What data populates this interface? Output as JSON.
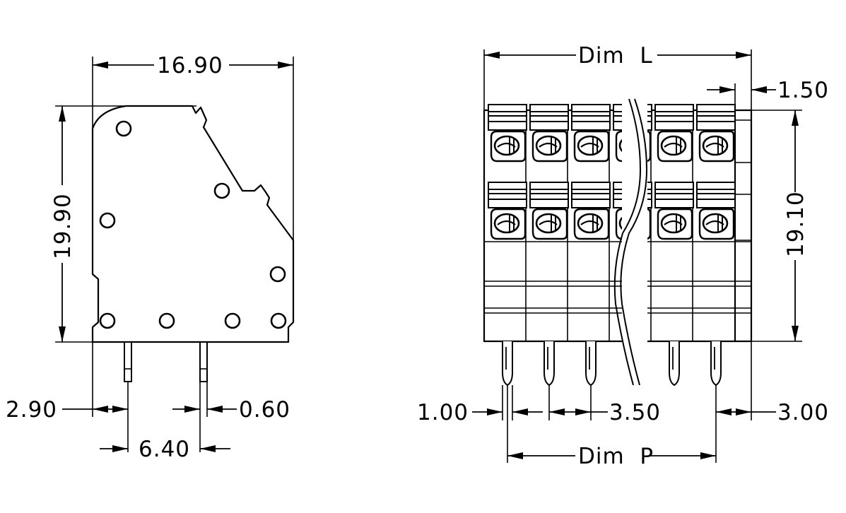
{
  "side_view": {
    "width_dim": "16.90",
    "height_dim": "19.90",
    "pin_offset_dim": "2.90",
    "pin_thickness_dim": "0.60",
    "pin_pitch_dim": "6.40"
  },
  "front_view": {
    "length_dim": "Dim  L",
    "end_offset_dim": "1.50",
    "height_dim": "19.10",
    "pin_width_dim": "1.00",
    "pitch_dim": "3.50",
    "end_spacing_dim": "3.00",
    "pin_span_dim": "Dim  P"
  }
}
